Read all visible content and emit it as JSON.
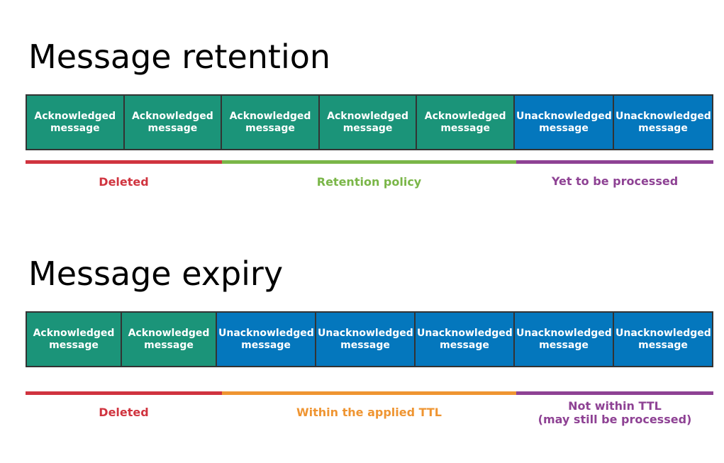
{
  "colors": {
    "acknowledged": "#1b9479",
    "unacknowledged": "#0477bd",
    "deleted": "#d0343f",
    "retention": "#7ab648",
    "pending": "#8e4294",
    "ttl": "#ef9532"
  },
  "retention": {
    "title": "Message retention",
    "cells": [
      {
        "label": "Acknowledged message",
        "state": "acknowledged"
      },
      {
        "label": "Acknowledged message",
        "state": "acknowledged"
      },
      {
        "label": "Acknowledged message",
        "state": "acknowledged"
      },
      {
        "label": "Acknowledged message",
        "state": "acknowledged"
      },
      {
        "label": "Acknowledged message",
        "state": "acknowledged"
      },
      {
        "label": "Unacknowledged message",
        "state": "unacknowledged"
      },
      {
        "label": "Unacknowledged message",
        "state": "unacknowledged"
      }
    ],
    "segments": [
      {
        "label": "Deleted",
        "color": "#d0343f",
        "cells": 2
      },
      {
        "label": "Retention policy",
        "color": "#7ab648",
        "cells": 3
      },
      {
        "label": "Yet to be processed",
        "color": "#8e4294",
        "cells": 2
      }
    ]
  },
  "expiry": {
    "title": "Message expiry",
    "cells": [
      {
        "label": "Acknowledged message",
        "state": "acknowledged"
      },
      {
        "label": "Acknowledged message",
        "state": "acknowledged"
      },
      {
        "label": "Unacknowledged message",
        "state": "unacknowledged"
      },
      {
        "label": "Unacknowledged message",
        "state": "unacknowledged"
      },
      {
        "label": "Unacknowledged message",
        "state": "unacknowledged"
      },
      {
        "label": "Unacknowledged message",
        "state": "unacknowledged"
      },
      {
        "label": "Unacknowledged message",
        "state": "unacknowledged"
      }
    ],
    "segments": [
      {
        "label": "Deleted",
        "color": "#d0343f",
        "cells": 2
      },
      {
        "label": "Within the applied TTL",
        "color": "#ef9532",
        "cells": 3
      },
      {
        "label": "Not within TTL\n(may still be processed)",
        "color": "#8e4294",
        "cells": 2
      }
    ]
  }
}
